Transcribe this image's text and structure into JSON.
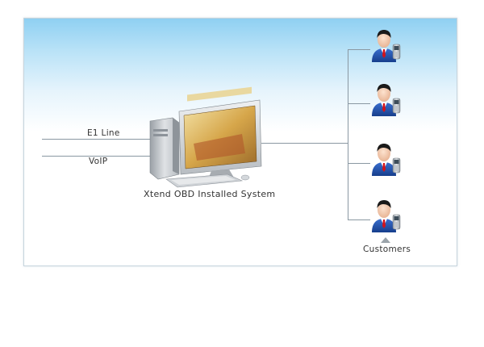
{
  "inputs": {
    "e1_line_label": "E1 Line",
    "voip_label": "VoIP"
  },
  "system": {
    "caption": "Xtend OBD Installed System"
  },
  "customers": {
    "label": "Customers",
    "count_icons": [
      "customer-icon",
      "customer-icon",
      "customer-icon",
      "customer-icon"
    ]
  },
  "colors": {
    "sky_top": "#8fd0f2",
    "connector": "#8a98a2",
    "tie": "#d4121a",
    "suit": "#1b4aa0"
  }
}
